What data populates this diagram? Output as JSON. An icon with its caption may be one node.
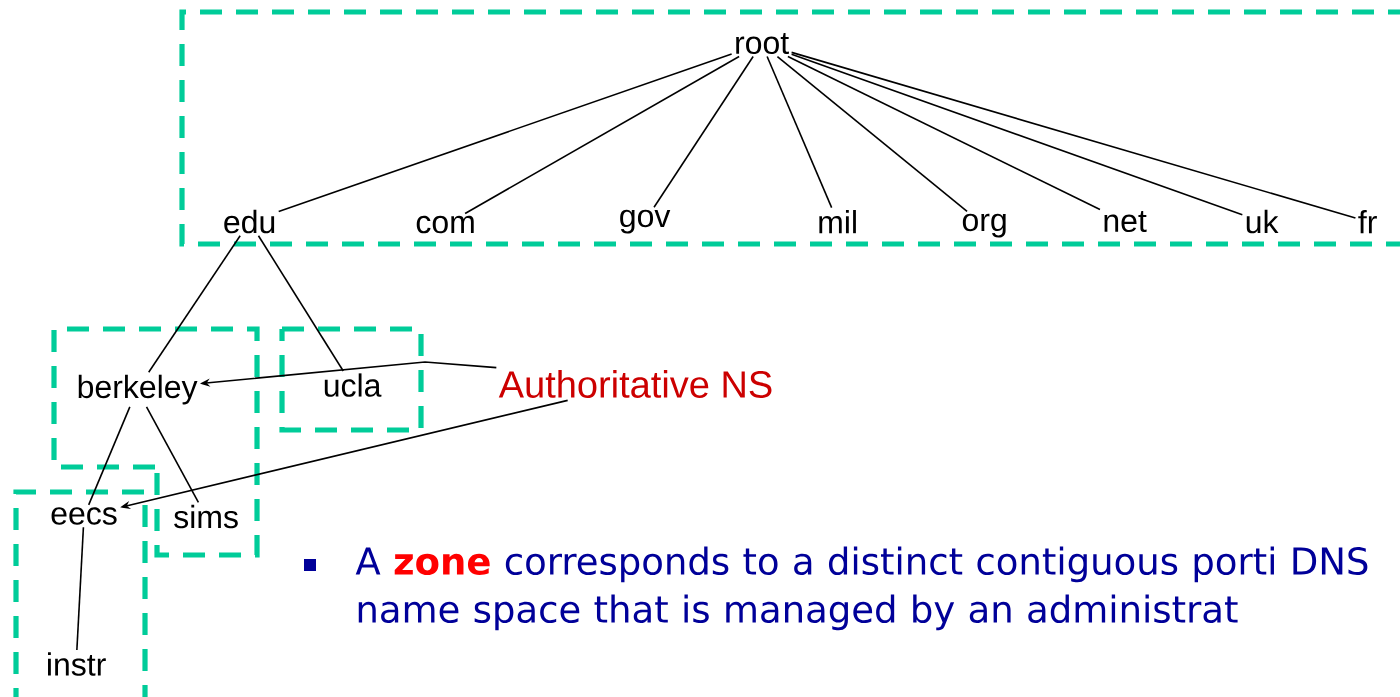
{
  "diagram": {
    "nodes": [
      {
        "text": [],
        "shape": "box"
      },
      {
        "text": [
          "root"
        ],
        "in": 0
      },
      {
        "text": [
          "edu"
        ],
        "in": 0
      },
      {
        "text": [
          "com"
        ],
        "in": 0
      },
      {
        "text": [
          "gov"
        ],
        "in": 0
      },
      {
        "text": [
          "mil"
        ],
        "in": 0
      },
      {
        "text": [
          "org"
        ],
        "in": 0
      },
      {
        "text": [
          "net"
        ],
        "in": 0
      },
      {
        "text": [
          "uk"
        ],
        "in": 0
      },
      {
        "text": [
          "fr"
        ],
        "in": 0
      },
      {
        "text": [],
        "shape": "box"
      },
      {
        "text": [],
        "shape": "box"
      },
      {
        "text": [
          "berkeley"
        ],
        "in": 10
      },
      {
        "text": [
          "ucla"
        ],
        "in": 11
      },
      {
        "text": [
          "Authoritative NS"
        ]
      },
      {
        "text": [],
        "shape": "box"
      },
      {
        "text": [
          "eecs"
        ]
      },
      {
        "text": [
          "sims"
        ],
        "in": 10
      },
      {
        "text": [
          "instr"
        ],
        "in": 15
      }
    ],
    "edges": [
      {
        "from": 1,
        "to": 2,
        "arrow": "none"
      },
      {
        "from": 1,
        "to": 3,
        "arrow": "none"
      },
      {
        "from": 1,
        "to": 4,
        "arrow": "none"
      },
      {
        "from": 1,
        "to": 5,
        "arrow": "none"
      },
      {
        "from": 1,
        "to": 6,
        "arrow": "none"
      },
      {
        "from": 1,
        "to": 7,
        "arrow": "none"
      },
      {
        "from": 1,
        "to": 8,
        "arrow": "none"
      },
      {
        "from": 1,
        "to": 9,
        "arrow": "none"
      },
      {
        "from": 2,
        "to": 12,
        "arrow": "none"
      },
      {
        "from": 2,
        "to": 13,
        "arrow": "none"
      },
      {
        "from": 14,
        "to": 12,
        "arrow": "to"
      },
      {
        "from": 14,
        "to": 16,
        "arrow": "to"
      },
      {
        "from": 12,
        "to": 16,
        "arrow": "none"
      },
      {
        "from": 12,
        "to": 17,
        "arrow": "none"
      },
      {
        "from": 16,
        "to": 18,
        "arrow": "none"
      }
    ],
    "labels": [
      "A **zone** corresponds to a distinct contiguous porti DNS name space that is managed by an administrat"
    ]
  }
}
